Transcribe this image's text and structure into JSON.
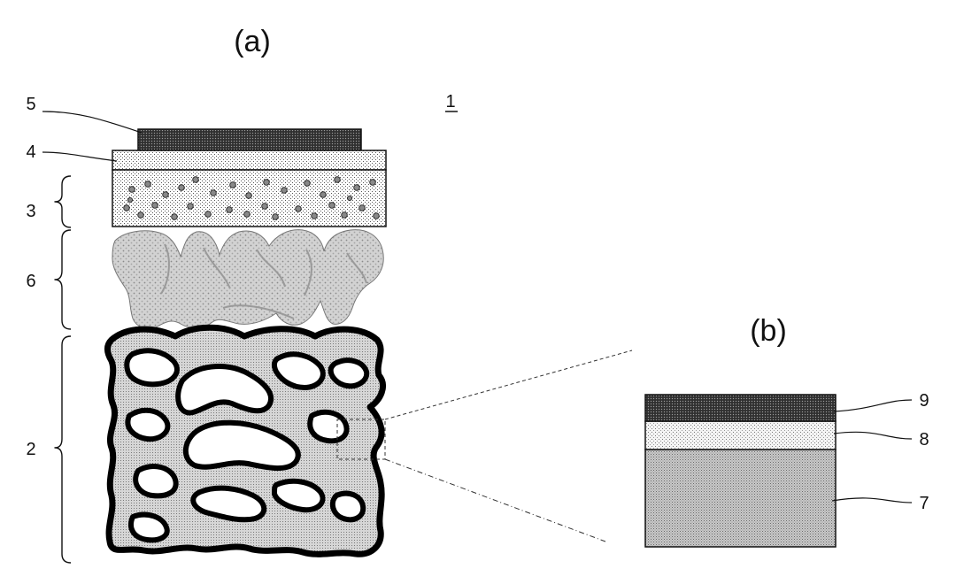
{
  "panels": {
    "a": "(a)",
    "b": "(b)"
  },
  "figure_ref": "1",
  "labels": {
    "l5": "5",
    "l4": "4",
    "l3": "3",
    "l6": "6",
    "l2": "2",
    "l9": "9",
    "l8": "8",
    "l7": "7"
  }
}
